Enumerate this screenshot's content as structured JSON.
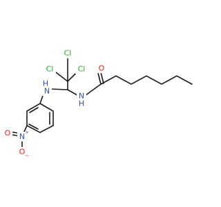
{
  "molecule": {
    "colors": {
      "bond": "#1a1a1a",
      "Cl": "#2aa52a",
      "N": "#3050c8",
      "O": "#e8201a"
    },
    "labels": {
      "cl1": "Cl",
      "cl2": "Cl",
      "cl3": "Cl",
      "nh_left": "H",
      "nh_left_n": "N",
      "nh_right": "H",
      "nh_right_n": "N",
      "carbonyl_o": "O",
      "nitro_n": "N",
      "nitro_n_charge": "+",
      "nitro_o_left": "O",
      "nitro_o_bottom": "O",
      "nitro_o_charge": "−"
    }
  }
}
